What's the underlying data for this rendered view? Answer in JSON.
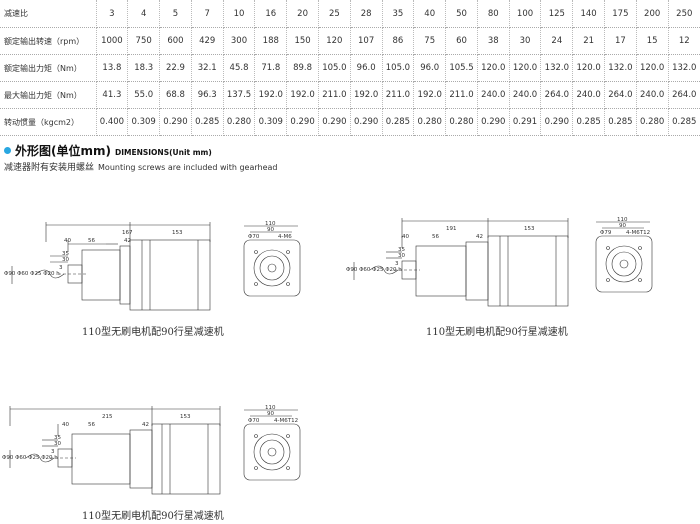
{
  "spec_table": {
    "rows": [
      {
        "label": "减速比",
        "values": [
          "3",
          "4",
          "5",
          "7",
          "10",
          "16",
          "20",
          "25",
          "28",
          "35",
          "40",
          "50",
          "80",
          "100",
          "125",
          "140",
          "175",
          "200",
          "250"
        ]
      },
      {
        "label": "额定输出转速（rpm）",
        "values": [
          "1000",
          "750",
          "600",
          "429",
          "300",
          "188",
          "150",
          "120",
          "107",
          "86",
          "75",
          "60",
          "38",
          "30",
          "24",
          "21",
          "17",
          "15",
          "12"
        ]
      },
      {
        "label": "额定输出力矩（Nm）",
        "values": [
          "13.8",
          "18.3",
          "22.9",
          "32.1",
          "45.8",
          "71.8",
          "89.8",
          "105.0",
          "96.0",
          "105.0",
          "96.0",
          "105.5",
          "120.0",
          "120.0",
          "132.0",
          "120.0",
          "132.0",
          "120.0",
          "132.0"
        ]
      },
      {
        "label": "最大输出力矩（Nm）",
        "values": [
          "41.3",
          "55.0",
          "68.8",
          "96.3",
          "137.5",
          "192.0",
          "192.0",
          "211.0",
          "192.0",
          "211.0",
          "192.0",
          "211.0",
          "240.0",
          "240.0",
          "264.0",
          "240.0",
          "264.0",
          "240.0",
          "264.0"
        ]
      },
      {
        "label": "转动惯量（kgcm2）",
        "values": [
          "0.400",
          "0.309",
          "0.290",
          "0.285",
          "0.280",
          "0.309",
          "0.290",
          "0.290",
          "0.290",
          "0.285",
          "0.280",
          "0.280",
          "0.290",
          "0.291",
          "0.290",
          "0.285",
          "0.285",
          "0.280",
          "0.285"
        ]
      }
    ]
  },
  "section": {
    "title_zh": "外形图(单位mm)",
    "title_en": "DIMENSIONS(Unit mm)",
    "note_zh": "减速器附有安装用螺丝",
    "note_en": "Mounting screws are included with gearhead"
  },
  "drawings": [
    {
      "caption": "110型无刷电机配90行星减速机",
      "total": "167",
      "motor": "153",
      "d40": "40",
      "d56": "56",
      "d42": "42",
      "d35": "35",
      "d30": "30",
      "d3": "3",
      "dia": "Φ90 Φ60 Φ25 Φ20 h",
      "end_w": "110",
      "end_w2": "90",
      "end_hole": "Φ70",
      "end_tap": "4-M6"
    },
    {
      "caption": "110型无刷电机配90行星减速机",
      "total": "191",
      "motor": "153",
      "d40": "40",
      "d56": "56",
      "d42": "42",
      "d35": "35",
      "d30": "30",
      "d3": "3",
      "dia": "Φ90 Φ60 Φ25 Φ20 h",
      "end_w": "110",
      "end_w2": "90",
      "end_hole": "Φ79",
      "end_tap": "4-M6T12"
    },
    {
      "caption": "110型无刷电机配90行星减速机",
      "total": "215",
      "motor": "153",
      "d40": "40",
      "d56": "56",
      "d42": "42",
      "d35": "35",
      "d30": "30",
      "d3": "3",
      "dia": "Φ90 Φ60 Φ25 Φ20 h",
      "end_w": "110",
      "end_w2": "90",
      "end_hole": "Φ70",
      "end_tap": "4-M6T12"
    }
  ]
}
